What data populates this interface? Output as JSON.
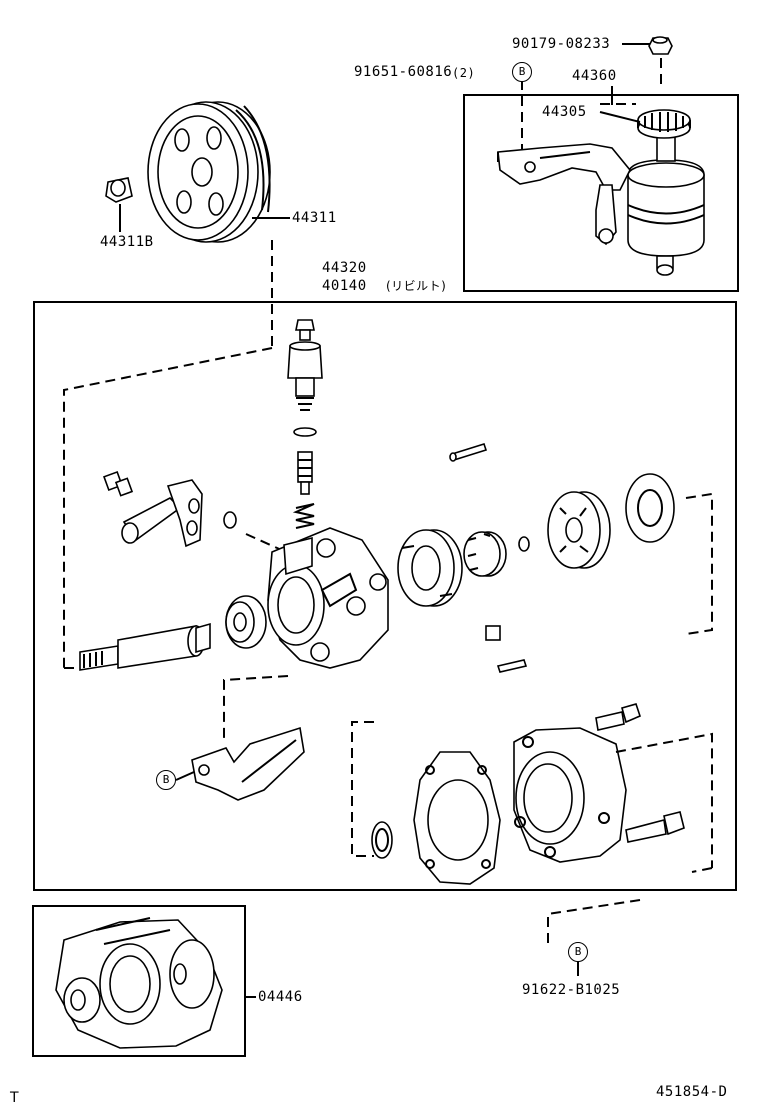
{
  "labels": {
    "nut_part": "90179-08233",
    "bolt_part": "91651-60816",
    "bolt_qty": "(2)",
    "bracket_ref": "B",
    "reservoir_assy": "44360",
    "cap": "44305",
    "pulley": "44311",
    "pulley_nut": "44311B",
    "pump_assy": "44320",
    "pump_rebuilt": "40140",
    "pump_rebuilt_note": "(リビルト)",
    "gasket_kit": "04446",
    "bottom_bolt": "91622-B1025",
    "bottom_ref": "B",
    "bracket_ref_left": "B",
    "figure_id": "451854-D",
    "corner_mark": "T"
  }
}
